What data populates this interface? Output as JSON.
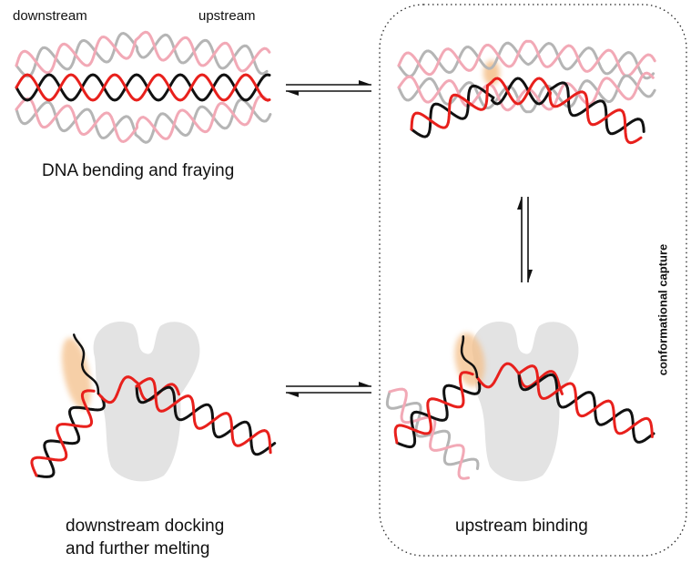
{
  "labels": {
    "downstream": "downstream",
    "upstream": "upstream",
    "bending_prefix": "DNA bending and ",
    "bending_fraying": "fraying",
    "docking_line1": "downstream docking",
    "docking_line2": "and further melting",
    "upstream_binding": "upstream binding",
    "conformational_capture": "conformational capture"
  },
  "colors": {
    "strand_black": "#111111",
    "strand_red": "#e8201c",
    "ghost_grey": "#b5b5b5",
    "ghost_pink": "#f2a9b6",
    "protein": "#e3e3e3",
    "fray_highlight": "#f4c08a",
    "box_border": "#222222"
  },
  "icons": [
    "equilibrium-arrows-icon",
    "protein-blob-icon",
    "dna-helix-icon"
  ]
}
